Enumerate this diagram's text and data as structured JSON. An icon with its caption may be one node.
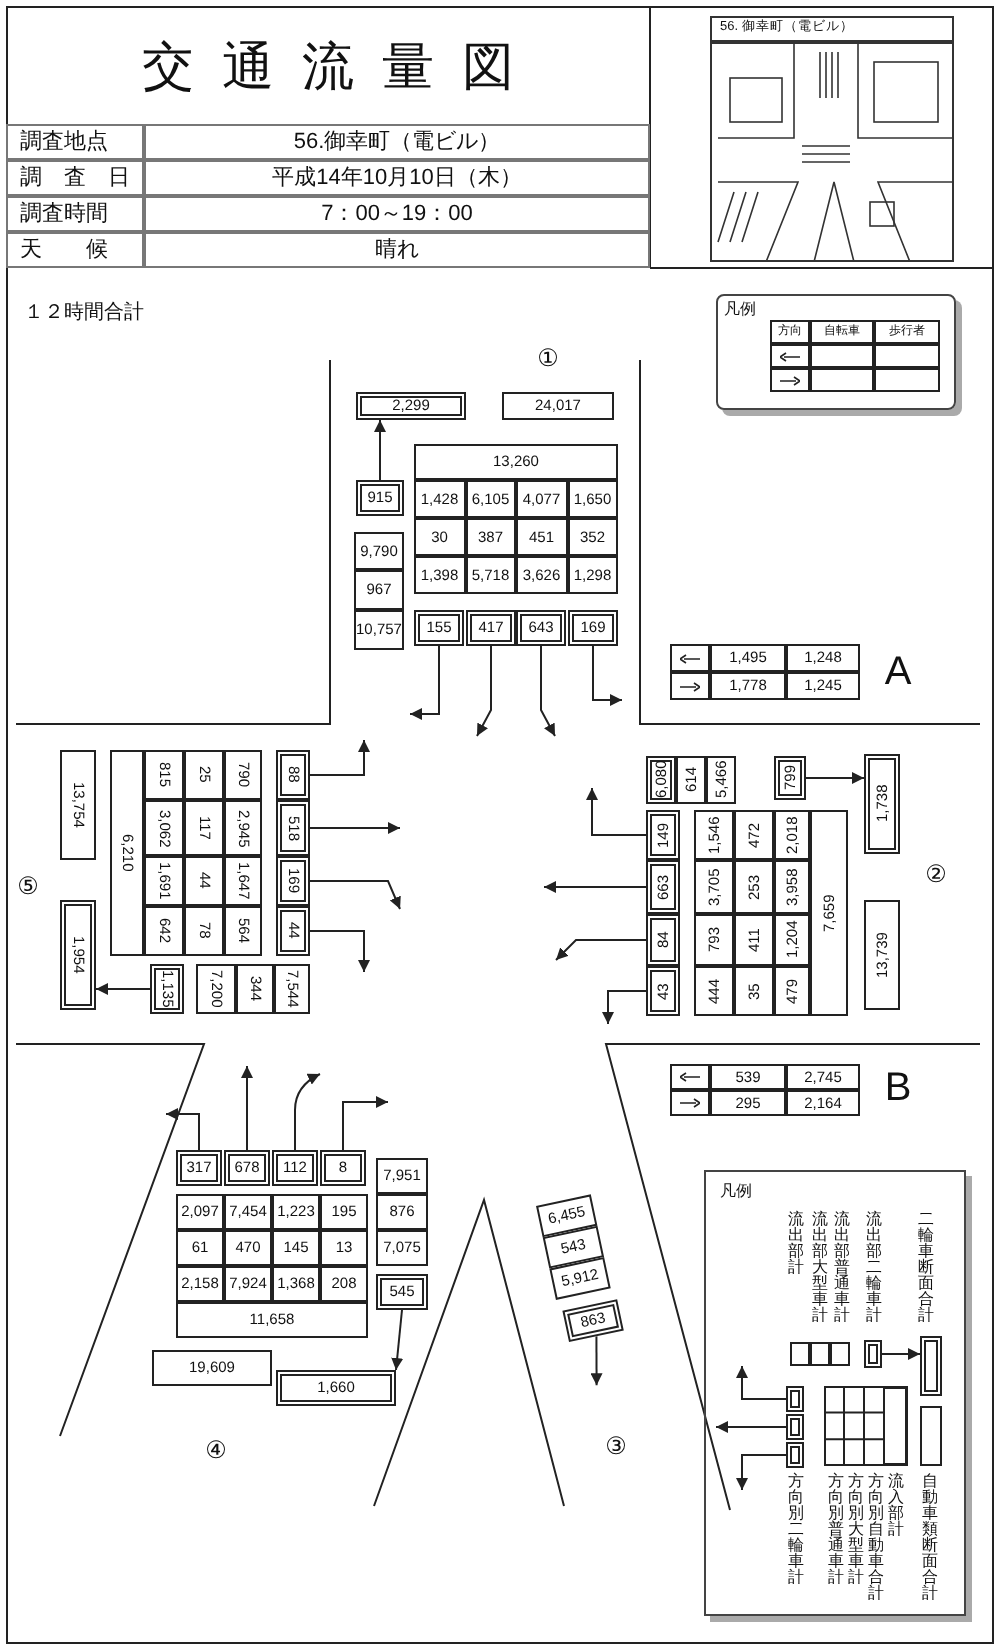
{
  "diagram": {
    "nodes": [
      {
        "text": [
          "2,299"
        ]
      },
      {
        "text": [
          "24,017"
        ]
      },
      {
        "text": [
          "915"
        ]
      },
      {
        "text": [
          "9,790"
        ]
      },
      {
        "text": [
          "967"
        ]
      },
      {
        "text": [
          "10,757"
        ]
      },
      {
        "text": [
          "155"
        ]
      },
      {
        "text": [
          "417"
        ]
      },
      {
        "text": [
          "643"
        ]
      },
      {
        "text": [
          "169"
        ]
      },
      {
        "text": [
          "6,080"
        ]
      },
      {
        "text": [
          "614"
        ]
      },
      {
        "text": [
          "5,466"
        ]
      },
      {
        "text": [
          "799"
        ]
      },
      {
        "text": [
          "1,738"
        ]
      },
      {
        "text": [
          "149"
        ]
      },
      {
        "text": [
          "663"
        ]
      },
      {
        "text": [
          "84"
        ]
      },
      {
        "text": [
          "43"
        ]
      },
      {
        "text": [
          "13,739"
        ]
      },
      {
        "text": [
          "13,754"
        ]
      },
      {
        "text": [
          "1,954"
        ]
      },
      {
        "text": [
          "88"
        ]
      },
      {
        "text": [
          "518"
        ]
      },
      {
        "text": [
          "169"
        ]
      },
      {
        "text": [
          "44"
        ]
      },
      {
        "text": [
          "1,135"
        ]
      },
      {
        "text": [
          "7,200"
        ]
      },
      {
        "text": [
          "344"
        ]
      },
      {
        "text": [
          "7,544"
        ]
      },
      {
        "text": [
          "317"
        ]
      },
      {
        "text": [
          "678"
        ]
      },
      {
        "text": [
          "112"
        ]
      },
      {
        "text": [
          "8"
        ]
      },
      {
        "text": [
          "7,951"
        ]
      },
      {
        "text": [
          "876"
        ]
      },
      {
        "text": [
          "7,075"
        ]
      },
      {
        "text": [
          "545"
        ]
      },
      {
        "text": [
          "1,660"
        ]
      },
      {
        "text": [
          "19,609"
        ]
      },
      {
        "text": [
          "6,455"
        ]
      },
      {
        "text": [
          "543"
        ]
      },
      {
        "text": [
          "5,912"
        ]
      },
      {
        "text": [
          "863"
        ]
      },
      {
        "text": [],
        "shape": "box"
      },
      {
        "text": [],
        "shape": "box"
      },
      {
        "text": [],
        "shape": "box"
      },
      {
        "text": [],
        "shape": "box"
      },
      {
        "text": [],
        "shape": "box"
      },
      {
        "text": [],
        "shape": "box"
      },
      {
        "text": [],
        "shape": "box"
      },
      {
        "text": [],
        "shape": "box"
      },
      {
        "text": [],
        "shape": "box"
      }
    ],
    "edges": [
      {
        "from": 2,
        "to": 0,
        "arrow": "to"
      },
      {
        "from": 6,
        "to": null,
        "arrow": "to"
      },
      {
        "from": 7,
        "to": null,
        "arrow": "to"
      },
      {
        "from": 8,
        "to": null,
        "arrow": "to"
      },
      {
        "from": 9,
        "to": null,
        "arrow": "to"
      },
      {
        "from": 22,
        "to": null,
        "arrow": "to"
      },
      {
        "from": 23,
        "to": null,
        "arrow": "to"
      },
      {
        "from": 24,
        "to": null,
        "arrow": "to"
      },
      {
        "from": 25,
        "to": null,
        "arrow": "to"
      },
      {
        "from": 26,
        "to": 21,
        "arrow": "to"
      },
      {
        "from": 13,
        "to": 14,
        "arrow": "to"
      },
      {
        "from": 15,
        "to": null,
        "arrow": "to"
      },
      {
        "from": 16,
        "to": null,
        "arrow": "to"
      },
      {
        "from": 17,
        "to": null,
        "arrow": "to"
      },
      {
        "from": 18,
        "to": null,
        "arrow": "to"
      },
      {
        "from": 30,
        "to": null,
        "arrow": "to"
      },
      {
        "from": 31,
        "to": null,
        "arrow": "to"
      },
      {
        "from": 32,
        "to": null,
        "arrow": "to"
      },
      {
        "from": 33,
        "to": null,
        "arrow": "to"
      },
      {
        "from": 37,
        "to": 38,
        "arrow": "to"
      },
      {
        "from": 43,
        "to": null,
        "arrow": "to"
      },
      {
        "from": 47,
        "to": 48,
        "arrow": "to"
      },
      {
        "from": 49,
        "to": null,
        "arrow": "to"
      },
      {
        "from": 50,
        "to": null,
        "arrow": "to"
      },
      {
        "from": 51,
        "to": null,
        "arrow": "to"
      }
    ],
    "labels": [
      "交通流量図",
      "調査地点",
      "56.御幸町（電ビル）",
      "調　査　日",
      "平成14年10月10日（木）",
      "調査時間",
      "7：00～19：00",
      "天　　候",
      "晴れ",
      "56. 御幸町（電ビル）",
      "１２時間合計",
      "凡例",
      "方向",
      "自転車",
      "歩行者",
      "①",
      "13,260",
      "1,428",
      "6,105",
      "4,077",
      "1,650",
      "30",
      "387",
      "451",
      "352",
      "1,398",
      "5,718",
      "3,626",
      "1,298",
      "1,495",
      "1,248",
      "1,778",
      "1,245",
      "A",
      "⑤",
      "6,210",
      "815",
      "25",
      "790",
      "3,062",
      "117",
      "2,945",
      "1,691",
      "44",
      "1,647",
      "642",
      "78",
      "564",
      "②",
      "7,659",
      "1,546",
      "472",
      "2,018",
      "3,705",
      "253",
      "3,958",
      "793",
      "411",
      "1,204",
      "444",
      "35",
      "479",
      "539",
      "2,745",
      "295",
      "2,164",
      "B",
      "11,658",
      "2,097",
      "7,454",
      "1,223",
      "195",
      "61",
      "470",
      "145",
      "13",
      "2,158",
      "7,924",
      "1,368",
      "208",
      "④",
      "③",
      "凡例",
      "流出部計",
      "流出部大型車計",
      "流出部普通車計",
      "流出部二輪車計",
      "二輪車断面合計",
      "方向別二輪車計",
      "方向別普通車計",
      "方向別大型車計",
      "方向別自動車合計",
      "流入部計",
      "自動車類断面合計"
    ]
  }
}
